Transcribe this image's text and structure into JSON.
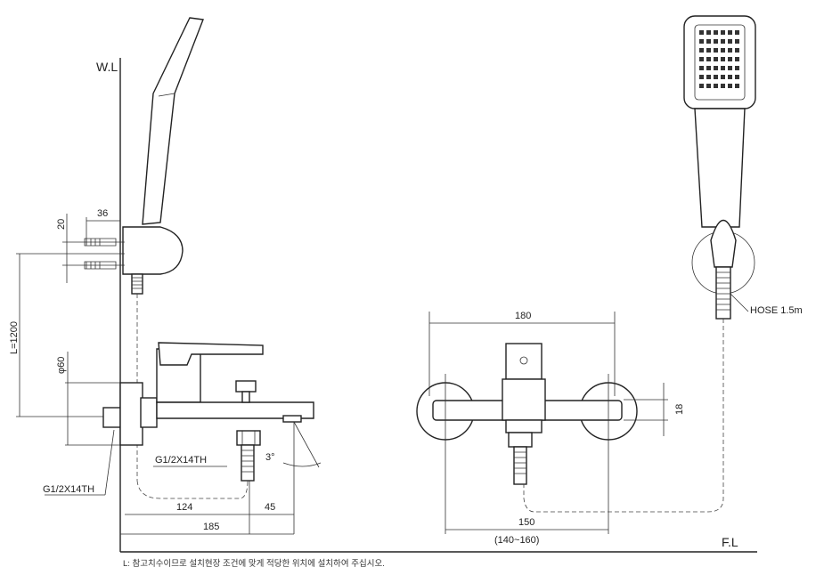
{
  "labels": {
    "wall_line": "W.L",
    "floor_line": "F.L",
    "dim_20": "20",
    "dim_36": "36",
    "dim_l": "L=1200",
    "dim_phi60": "φ60",
    "thread_left": "G1/2X14TH",
    "thread_body": "G1/2X14TH",
    "angle": "3°",
    "dim_124": "124",
    "dim_45": "45",
    "dim_185": "185",
    "dim_180": "180",
    "dim_18": "18",
    "dim_150": "150",
    "dim_range": "(140~160)",
    "hose": "HOSE 1.5m"
  },
  "note": "L:  참고치수이므로 설치현장 조건에 맞게 적당한 위치에 설치하여 주십시오."
}
